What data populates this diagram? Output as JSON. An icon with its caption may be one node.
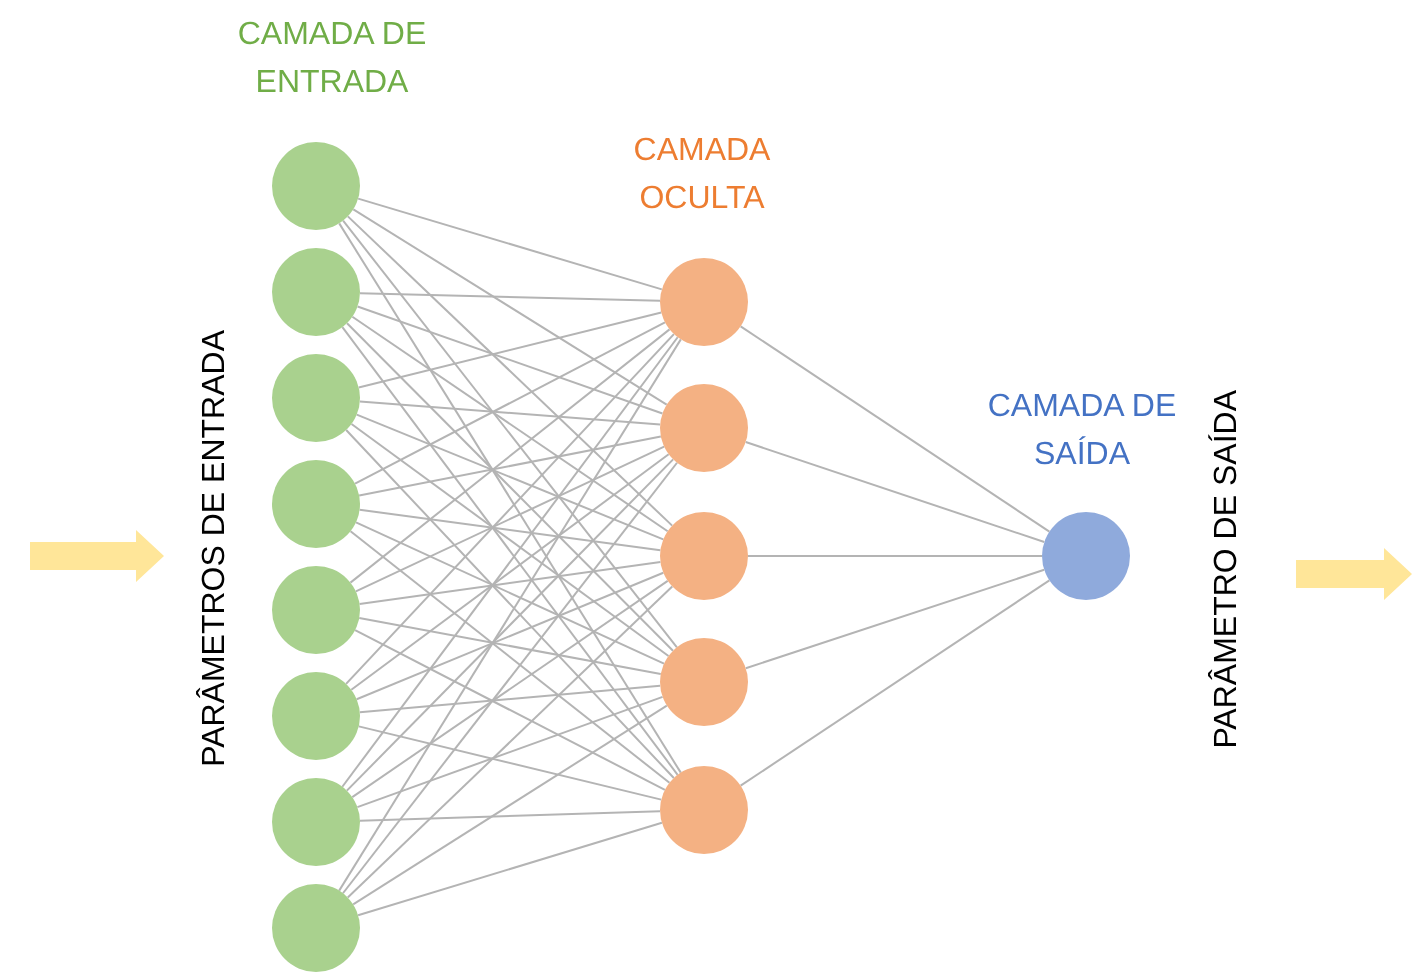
{
  "diagram": {
    "nodes": [
      {
        "text": [],
        "shape": "circle"
      },
      {
        "text": [],
        "shape": "circle"
      },
      {
        "text": [],
        "shape": "circle"
      },
      {
        "text": [],
        "shape": "circle"
      },
      {
        "text": [],
        "shape": "circle"
      },
      {
        "text": [],
        "shape": "circle"
      },
      {
        "text": [],
        "shape": "circle"
      },
      {
        "text": [],
        "shape": "circle"
      },
      {
        "text": [],
        "shape": "circle"
      },
      {
        "text": [],
        "shape": "circle"
      },
      {
        "text": [],
        "shape": "circle"
      },
      {
        "text": [],
        "shape": "circle"
      },
      {
        "text": [],
        "shape": "circle"
      },
      {
        "text": [],
        "shape": "circle"
      }
    ],
    "edges": [
      {
        "from": 0,
        "to": 8,
        "arrow": "none"
      },
      {
        "from": 0,
        "to": 9,
        "arrow": "none"
      },
      {
        "from": 0,
        "to": 10,
        "arrow": "none"
      },
      {
        "from": 0,
        "to": 11,
        "arrow": "none"
      },
      {
        "from": 0,
        "to": 12,
        "arrow": "none"
      },
      {
        "from": 1,
        "to": 8,
        "arrow": "none"
      },
      {
        "from": 1,
        "to": 9,
        "arrow": "none"
      },
      {
        "from": 1,
        "to": 10,
        "arrow": "none"
      },
      {
        "from": 1,
        "to": 11,
        "arrow": "none"
      },
      {
        "from": 1,
        "to": 12,
        "arrow": "none"
      },
      {
        "from": 2,
        "to": 8,
        "arrow": "none"
      },
      {
        "from": 2,
        "to": 9,
        "arrow": "none"
      },
      {
        "from": 2,
        "to": 10,
        "arrow": "none"
      },
      {
        "from": 2,
        "to": 11,
        "arrow": "none"
      },
      {
        "from": 2,
        "to": 12,
        "arrow": "none"
      },
      {
        "from": 3,
        "to": 8,
        "arrow": "none"
      },
      {
        "from": 3,
        "to": 9,
        "arrow": "none"
      },
      {
        "from": 3,
        "to": 10,
        "arrow": "none"
      },
      {
        "from": 3,
        "to": 11,
        "arrow": "none"
      },
      {
        "from": 3,
        "to": 12,
        "arrow": "none"
      },
      {
        "from": 4,
        "to": 8,
        "arrow": "none"
      },
      {
        "from": 4,
        "to": 9,
        "arrow": "none"
      },
      {
        "from": 4,
        "to": 10,
        "arrow": "none"
      },
      {
        "from": 4,
        "to": 11,
        "arrow": "none"
      },
      {
        "from": 4,
        "to": 12,
        "arrow": "none"
      },
      {
        "from": 5,
        "to": 8,
        "arrow": "none"
      },
      {
        "from": 5,
        "to": 9,
        "arrow": "none"
      },
      {
        "from": 5,
        "to": 10,
        "arrow": "none"
      },
      {
        "from": 5,
        "to": 11,
        "arrow": "none"
      },
      {
        "from": 5,
        "to": 12,
        "arrow": "none"
      },
      {
        "from": 6,
        "to": 8,
        "arrow": "none"
      },
      {
        "from": 6,
        "to": 9,
        "arrow": "none"
      },
      {
        "from": 6,
        "to": 10,
        "arrow": "none"
      },
      {
        "from": 6,
        "to": 11,
        "arrow": "none"
      },
      {
        "from": 6,
        "to": 12,
        "arrow": "none"
      },
      {
        "from": 7,
        "to": 8,
        "arrow": "none"
      },
      {
        "from": 7,
        "to": 9,
        "arrow": "none"
      },
      {
        "from": 7,
        "to": 10,
        "arrow": "none"
      },
      {
        "from": 7,
        "to": 11,
        "arrow": "none"
      },
      {
        "from": 7,
        "to": 12,
        "arrow": "none"
      },
      {
        "from": 8,
        "to": 13,
        "arrow": "none"
      },
      {
        "from": 9,
        "to": 13,
        "arrow": "none"
      },
      {
        "from": 10,
        "to": 13,
        "arrow": "none"
      },
      {
        "from": 11,
        "to": 13,
        "arrow": "none"
      },
      {
        "from": 12,
        "to": 13,
        "arrow": "none"
      }
    ],
    "labels": [
      "CAMADA DE ENTRADA",
      "CAMADA OCULTA",
      "CAMADA DE SAÍDA",
      "PARÂMETROS DE ENTRADA",
      "PARÂMETRO DE SAÍDA"
    ]
  }
}
